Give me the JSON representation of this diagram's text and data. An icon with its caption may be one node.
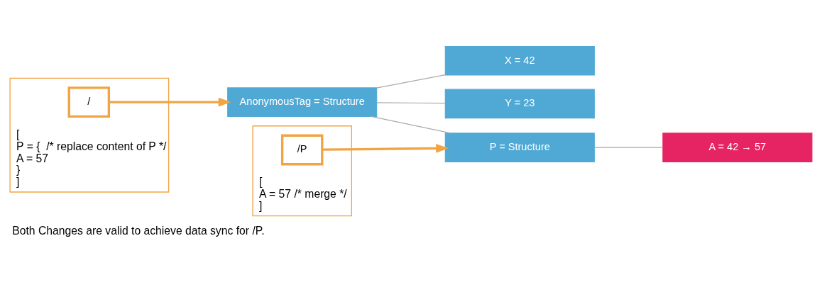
{
  "diagram": {
    "caption": "Both Changes are valid to achieve data sync for /P.",
    "nodes": [
      {
        "text": [
          "[",
          "P = {  /* replace content of P */",
          "A = 57",
          "}",
          "]"
        ]
      },
      {
        "text": [
          "/"
        ],
        "in": 0
      },
      {
        "text": [
          "[",
          "A = 57 /* merge */",
          "]"
        ]
      },
      {
        "text": [
          "/P"
        ],
        "in": 2
      },
      {
        "text": [
          "AnonymousTag = Structure"
        ]
      },
      {
        "text": [
          "X = 42"
        ]
      },
      {
        "text": [
          "Y = 23"
        ]
      },
      {
        "text": [
          "P = Structure"
        ]
      },
      {
        "text": [
          "A = 42 → 57"
        ]
      }
    ],
    "edges": [
      {
        "from": 1,
        "to": 4,
        "arrow": "to",
        "style": "thick",
        "color": "#f0a444"
      },
      {
        "from": 3,
        "to": 7,
        "arrow": "to",
        "style": "thick",
        "color": "#f0a444"
      },
      {
        "from": 4,
        "to": 5,
        "arrow": "none"
      },
      {
        "from": 4,
        "to": 6,
        "arrow": "none"
      },
      {
        "from": 4,
        "to": 7,
        "arrow": "none"
      },
      {
        "from": 7,
        "to": 8,
        "arrow": "none"
      }
    ]
  }
}
